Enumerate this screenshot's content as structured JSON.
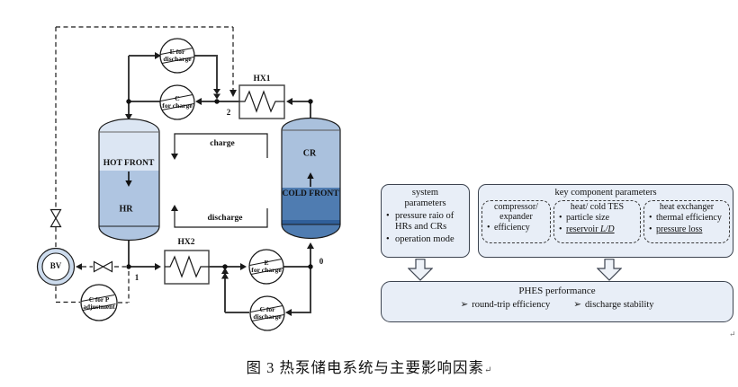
{
  "figure": {
    "flow": {
      "machines": {
        "e_discharge": "E for\ndischarge",
        "c_charge": "C\nfor charge",
        "e_charge": "E\nfor charge",
        "c_discharge": "C for\ndischarge",
        "c_for_p": "C for P\nadjustment",
        "bv": "BV"
      },
      "exchangers": {
        "hx1": "HX1",
        "hx2": "HX2"
      },
      "tanks": {
        "hr": "HR",
        "hot_front": "HOT FRONT",
        "cr": "CR",
        "cold_front": "COLD FRONT"
      },
      "modes": {
        "charge": "charge",
        "discharge": "discharge"
      },
      "nodes": {
        "n0": "0",
        "n1": "1",
        "n2": "2"
      }
    },
    "panel": {
      "bullet": "•",
      "system": {
        "title": "system\nparameters",
        "item1": "pressure raio of HRs and CRs",
        "item2": "operation mode"
      },
      "key": {
        "title": "key component parameters",
        "g1": {
          "title": "compressor/\nexpander",
          "item1": "efficiency"
        },
        "g2": {
          "title": "heat/ cold TES",
          "item1": "particle size",
          "item2_pre": "reservoir ",
          "item2_math": "L/D"
        },
        "g3": {
          "title": "heat exchanger",
          "item1": "thermal efficiency",
          "item2": "pressure loss"
        }
      },
      "phes": {
        "title": "PHES performance",
        "bullet": "➢",
        "item1": "round-trip efficiency",
        "item2": "discharge stability"
      },
      "return_mark": "↵"
    },
    "caption": {
      "text": "图 3  热泵储电系统与主要影响因素",
      "return_mark": "↵"
    },
    "colors": {
      "tank_hot_light": "#dce6f3",
      "tank_hot_mid": "#afc5e1",
      "tank_cold_light": "#aac1dd",
      "tank_cold_dark": "#4f7cb1",
      "tank_cold_stripe": "#305f9a",
      "panel_fill": "#e8eef7",
      "pipe_line": "#3d3d3d"
    }
  }
}
